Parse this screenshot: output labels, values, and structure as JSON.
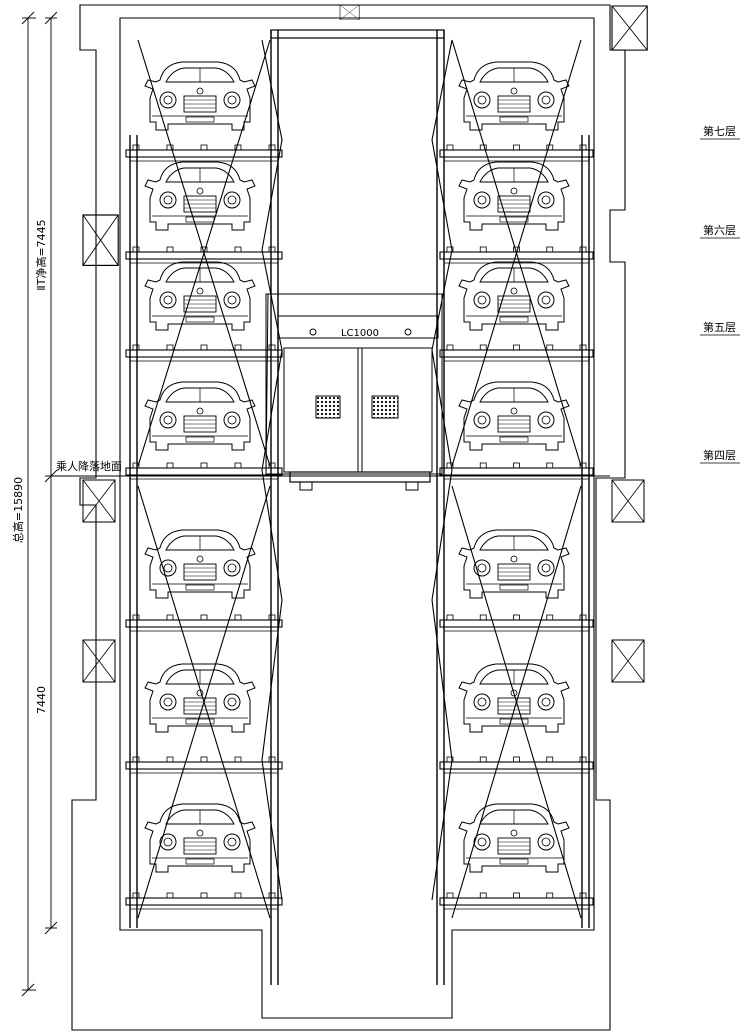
{
  "floor_labels": [
    "第七层",
    "第六层",
    "第五层",
    "第四层"
  ],
  "dimensions": {
    "upper": "ⅡT净高=7445",
    "total": "总高=15890",
    "lower": "7440"
  },
  "entrance_label": "乘人降落地面",
  "cabin_label": "LC1000",
  "layout": {
    "rows_per_column": 7,
    "columns": [
      "left",
      "right"
    ]
  },
  "colors": {
    "line": "#000000",
    "background": "#ffffff"
  }
}
